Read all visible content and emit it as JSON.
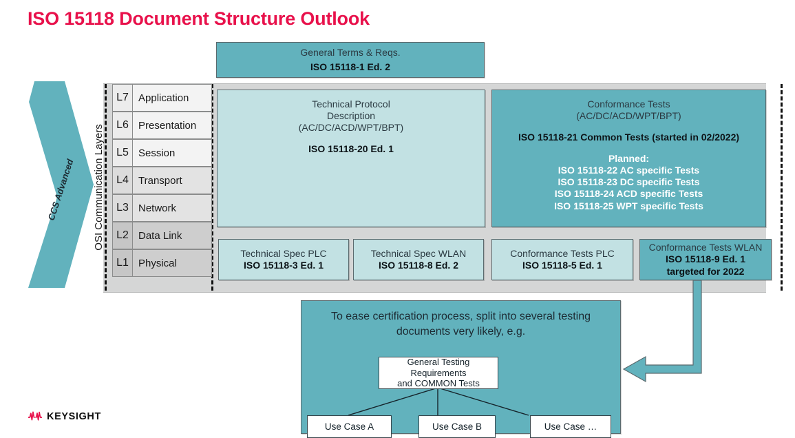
{
  "title": "ISO 15118 Document Structure Outlook",
  "colors": {
    "title": "#e8114b",
    "teal": "#62b2bd",
    "cyan": "#c2e1e3",
    "backdrop": "#d5d6d6",
    "logo_mark": "#e8114b"
  },
  "ccs": {
    "label": "CCS Advanced"
  },
  "osi": {
    "caption": "OSI Communication Layers",
    "layers": [
      {
        "num": "L7",
        "name": "Application"
      },
      {
        "num": "L6",
        "name": "Presentation"
      },
      {
        "num": "L5",
        "name": "Session"
      },
      {
        "num": "L4",
        "name": "Transport"
      },
      {
        "num": "L3",
        "name": "Network"
      },
      {
        "num": "L2",
        "name": "Data Link"
      },
      {
        "num": "L1",
        "name": "Physical"
      }
    ]
  },
  "boxes": {
    "general_terms": {
      "line1": "General Terms & Reqs.",
      "line2": "ISO 15118-1 Ed. 2"
    },
    "protocol": {
      "line1": "Technical Protocol",
      "line2": "Description",
      "line3": "(AC/DC/ACD/WPT/BPT)",
      "line4": "ISO 15118-20 Ed. 1"
    },
    "conformance": {
      "line1": "Conformance Tests",
      "line2": "(AC/DC/ACD/WPT/BPT)",
      "line3": "ISO 15118-21 Common Tests (started in 02/2022)",
      "planned_label": "Planned:",
      "planned": [
        "ISO 15118-22 AC specific Tests",
        "ISO 15118-23 DC specific Tests",
        "ISO 15118-24 ACD specific Tests",
        "ISO 15118-25 WPT specific Tests"
      ]
    },
    "tech_spec_plc": {
      "line1": "Technical Spec PLC",
      "line2": "ISO 15118-3 Ed. 1"
    },
    "tech_spec_wlan": {
      "line1": "Technical Spec WLAN",
      "line2": "ISO 15118-8 Ed. 2"
    },
    "conf_tests_plc": {
      "line1": "Conformance Tests PLC",
      "line2": "ISO 15118-5 Ed. 1"
    },
    "conf_tests_wlan": {
      "line1": "Conformance Tests WLAN",
      "line2": "ISO 15118-9 Ed. 1",
      "line3": "targeted for 2022"
    }
  },
  "bottom_panel": {
    "headline_line1": "To ease certification process, split into several testing",
    "headline_line2": "documents very likely, e.g.",
    "general_testing": {
      "line1": "General Testing Requirements",
      "line2": "and COMMON Tests"
    },
    "use_cases": [
      "Use Case A",
      "Use Case B",
      "Use Case …"
    ]
  },
  "logo": {
    "word": "KEYSIGHT"
  }
}
